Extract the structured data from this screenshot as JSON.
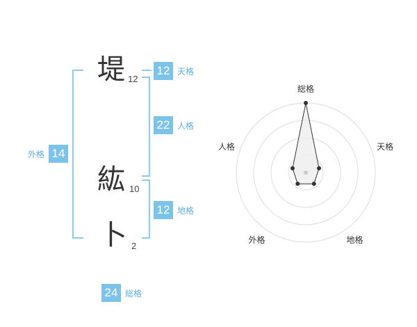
{
  "characters": [
    {
      "char": "堤",
      "strokes": "12"
    },
    {
      "char": "紘",
      "strokes": "10"
    },
    {
      "char": "卜",
      "strokes": "2"
    }
  ],
  "grades": {
    "tenkaku": {
      "value": "12",
      "label": "天格"
    },
    "jinkaku": {
      "value": "22",
      "label": "人格"
    },
    "chikaku": {
      "value": "12",
      "label": "地格"
    },
    "gaikaku": {
      "value": "14",
      "label": "外格"
    },
    "soukaku": {
      "value": "24",
      "label": "総格"
    }
  },
  "chart_data": {
    "type": "radar",
    "axes": [
      "総格",
      "天格",
      "地格",
      "外格",
      "人格"
    ],
    "values": [
      1.0,
      0.2,
      0.2,
      0.2,
      0.2
    ],
    "rings": 4,
    "grid": true
  }
}
